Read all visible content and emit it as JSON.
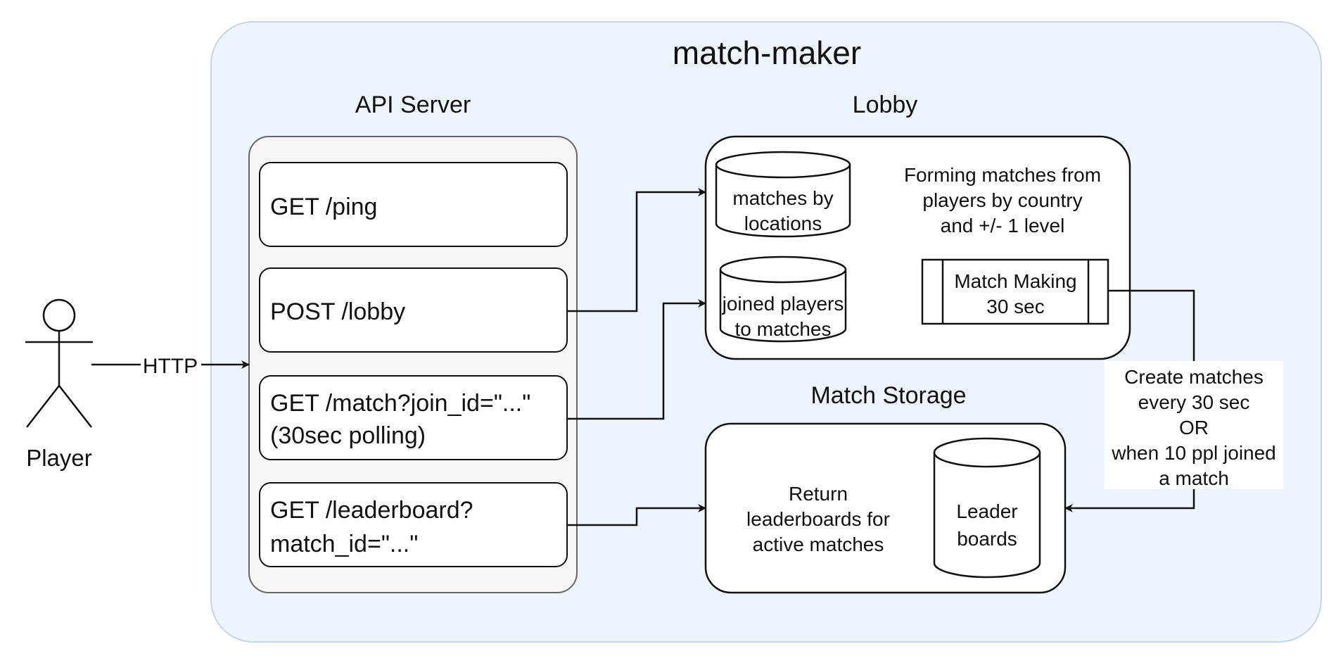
{
  "colors": {
    "container_fill": "#eef4fc",
    "container_border": "#c6d5e8",
    "group_fill": "#f5f5f5",
    "group_border": "#666666",
    "box_fill": "#ffffff",
    "stroke": "#111111"
  },
  "diagram": {
    "title": "match-maker",
    "actor": {
      "label": "Player",
      "icon": "stick-figure-icon"
    },
    "http_label": "HTTP",
    "api_server": {
      "title": "API Server",
      "endpoints": [
        {
          "lines": [
            "GET /ping"
          ]
        },
        {
          "lines": [
            "POST /lobby"
          ]
        },
        {
          "lines": [
            "GET /match?join_id=\"...\"",
            "(30sec polling)"
          ]
        },
        {
          "lines": [
            "GET /leaderboard?",
            "match_id=\"...\""
          ]
        }
      ]
    },
    "lobby": {
      "title": "Lobby",
      "db_matches": {
        "lines": [
          "matches by",
          "locations"
        ]
      },
      "db_players": {
        "lines": [
          "joined players",
          "to matches"
        ]
      },
      "description": {
        "lines": [
          "Forming matches from",
          "players by country",
          "and +/- 1 level"
        ]
      },
      "process": {
        "lines": [
          "Match Making",
          "30 sec"
        ]
      }
    },
    "match_storage": {
      "title": "Match Storage",
      "description": {
        "lines": [
          "Return",
          "leaderboards for",
          "active matches"
        ]
      },
      "db_leaderboards": {
        "lines": [
          "Leader",
          "boards"
        ]
      }
    },
    "edge_label": {
      "lines": [
        "Create matches",
        "every 30 sec",
        "OR",
        "when 10 ppl joined",
        "a match"
      ]
    }
  }
}
